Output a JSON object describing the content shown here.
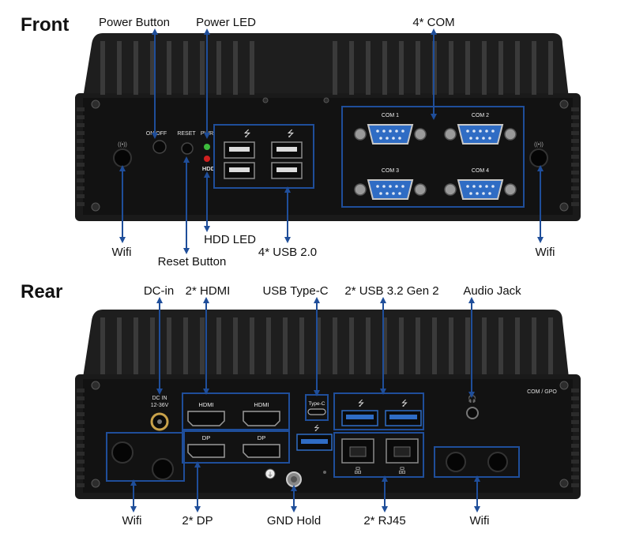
{
  "front": {
    "title": "Front",
    "labels": {
      "power_button": "Power Button",
      "power_led": "Power LED",
      "com": "4* COM",
      "wifi_left": "Wifi",
      "reset_button": "Reset Button",
      "hdd_led": "HDD LED",
      "usb": "4* USB 2.0",
      "wifi_right": "Wifi"
    },
    "panel_text": {
      "onoff": "ON/OFF",
      "reset": "RESET",
      "pwr": "PWR",
      "hdd": "HDD",
      "com1": "COM 1",
      "com2": "COM 2",
      "com3": "COM 3",
      "com4": "COM 4"
    }
  },
  "rear": {
    "title": "Rear",
    "labels": {
      "dc_in": "DC-in",
      "hdmi": "2* HDMI",
      "usb_c": "USB Type-C",
      "usb32": "2* USB 3.2 Gen 2",
      "audio": "Audio Jack",
      "wifi_left": "Wifi",
      "dp": "2* DP",
      "gnd": "GND Hold",
      "rj45": "2* RJ45",
      "wifi_right": "Wifi"
    },
    "panel_text": {
      "dcin1": "DC IN",
      "dcin2": "12-36V",
      "hdmi1": "HDMI",
      "hdmi2": "HDMI",
      "dp1": "DP",
      "dp2": "DP",
      "typec": "Type-C",
      "comgpio": "COM / GPO"
    }
  },
  "colors": {
    "callout_blue": "#1f4e9a",
    "chassis": "#1c1c1c",
    "faceplate": "#111111",
    "port_blue": "#2f6cc4",
    "led_green": "#3dbb3d",
    "led_red": "#d02020"
  }
}
